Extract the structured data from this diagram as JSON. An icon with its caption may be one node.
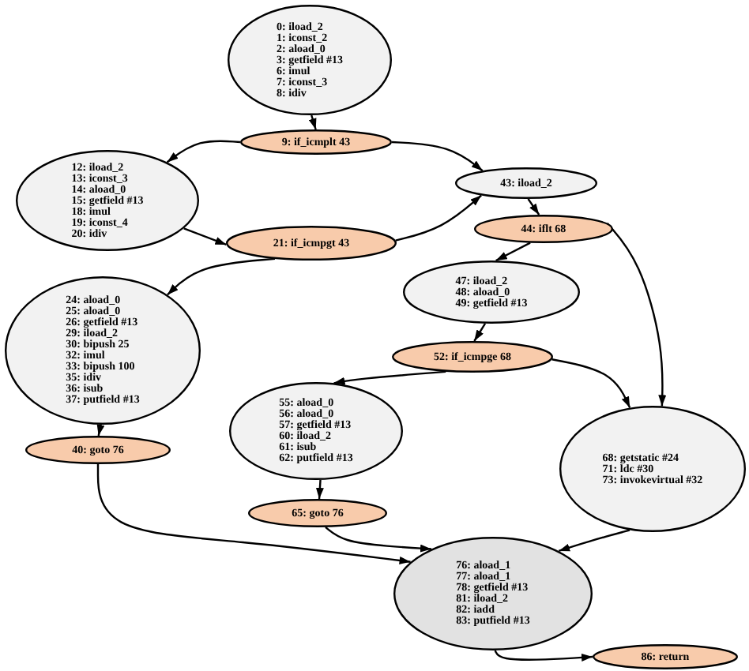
{
  "diagram": {
    "nodes": [
      {
        "text": [
          "0: iload_2",
          "1: iconst_2",
          "2: aload_0",
          "3: getfield #13",
          "6: imul",
          "7: iconst_3",
          "8: idiv"
        ]
      },
      {
        "text": [
          "9: if_icmplt 43"
        ]
      },
      {
        "text": [
          "12: iload_2",
          "13: iconst_3",
          "14: aload_0",
          "15: getfield #13",
          "18: imul",
          "19: iconst_4",
          "20: idiv"
        ]
      },
      {
        "text": [
          "43: iload_2"
        ]
      },
      {
        "text": [
          "21: if_icmpgt 43"
        ]
      },
      {
        "text": [
          "44: iflt 68"
        ]
      },
      {
        "text": [
          "47: iload_2",
          "48: aload_0",
          "49: getfield #13"
        ]
      },
      {
        "text": [
          "24: aload_0",
          "25: aload_0",
          "26: getfield #13",
          "29: iload_2",
          "30: bipush 25",
          "32: imul",
          "33: bipush 100",
          "35: idiv",
          "36: isub",
          "37: putfield #13"
        ]
      },
      {
        "text": [
          "52: if_icmpge 68"
        ]
      },
      {
        "text": [
          "40: goto 76"
        ]
      },
      {
        "text": [
          "55: aload_0",
          "56: aload_0",
          "57: getfield #13",
          "60: iload_2",
          "61: isub",
          "62: putfield #13"
        ]
      },
      {
        "text": [
          "68: getstatic #24",
          "71: ldc #30",
          "73: invokevirtual #32"
        ]
      },
      {
        "text": [
          "65: goto 76"
        ]
      },
      {
        "text": [
          "76: aload_1",
          "77: aload_1",
          "78: getfield #13",
          "81: iload_2",
          "82: iadd",
          "83: putfield #13"
        ]
      },
      {
        "text": [
          "86: return"
        ]
      }
    ],
    "edges": [
      {
        "from": 0,
        "to": 1,
        "arrow": "to"
      },
      {
        "from": 1,
        "to": 2,
        "arrow": "to"
      },
      {
        "from": 1,
        "to": 3,
        "arrow": "to"
      },
      {
        "from": 2,
        "to": 4,
        "arrow": "to"
      },
      {
        "from": 4,
        "to": 7,
        "arrow": "to"
      },
      {
        "from": 4,
        "to": 3,
        "arrow": "to"
      },
      {
        "from": 3,
        "to": 5,
        "arrow": "to"
      },
      {
        "from": 5,
        "to": 6,
        "arrow": "to"
      },
      {
        "from": 5,
        "to": 11,
        "arrow": "to"
      },
      {
        "from": 6,
        "to": 8,
        "arrow": "to"
      },
      {
        "from": 8,
        "to": 10,
        "arrow": "to"
      },
      {
        "from": 8,
        "to": 11,
        "arrow": "to"
      },
      {
        "from": 7,
        "to": 9,
        "arrow": "to"
      },
      {
        "from": 9,
        "to": 13,
        "arrow": "to"
      },
      {
        "from": 10,
        "to": 12,
        "arrow": "to"
      },
      {
        "from": 12,
        "to": 13,
        "arrow": "to"
      },
      {
        "from": 11,
        "to": 13,
        "arrow": "to"
      },
      {
        "from": 13,
        "to": 14,
        "arrow": "to"
      }
    ]
  }
}
